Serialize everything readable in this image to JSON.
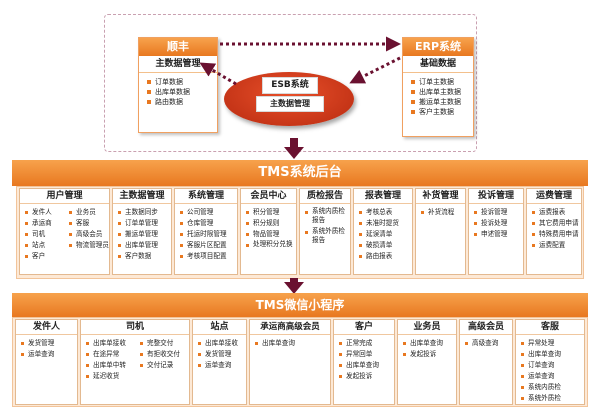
{
  "top": {
    "shunfeng": {
      "title": "顺丰",
      "subtitle": "主数据管理",
      "items": [
        "订单数据",
        "出库单数据",
        "路由数据"
      ]
    },
    "erp": {
      "title": "ERP系统",
      "subtitle": "基础数据",
      "items": [
        "订单主数据",
        "出库单主数据",
        "搬运单主数据",
        "客户主数据"
      ]
    },
    "esb": {
      "title": "ESB系统",
      "subtitle": "主数据管理"
    }
  },
  "backend": {
    "title": "TMS系统后台",
    "columns": [
      {
        "head": "用户管理",
        "items_a": [
          "发件人",
          "承运商",
          "司机",
          "站点",
          "客户"
        ],
        "items_b": [
          "业务员",
          "客服",
          "高级会员",
          "物流管理员"
        ]
      },
      {
        "head": "主数据管理",
        "items_a": [
          "主数据同步",
          "订单单管理",
          "搬运单管理",
          "出库单管理",
          "客户数据"
        ],
        "items_b": []
      },
      {
        "head": "系统管理",
        "items_a": [
          "公司管理",
          "仓库管理",
          "托运时限管理",
          "客服片区配置",
          "考核项目配置"
        ],
        "items_b": []
      },
      {
        "head": "会员中心",
        "items_a": [
          "积分管理",
          "积分规则",
          "物品管理",
          "处理积分兑换"
        ],
        "items_b": []
      },
      {
        "head": "质检报告",
        "items_a": [
          "系统内质检报告",
          "系统外质检报告"
        ],
        "items_b": []
      },
      {
        "head": "报表管理",
        "items_a": [
          "考核总表",
          "未准时提货",
          "延误清单",
          "破损清单",
          "路由报表"
        ],
        "items_b": []
      },
      {
        "head": "补货管理",
        "items_a": [
          "补货流程"
        ],
        "items_b": []
      },
      {
        "head": "投诉管理",
        "items_a": [
          "投诉管理",
          "投诉处理",
          "申述管理"
        ],
        "items_b": []
      },
      {
        "head": "运费管理",
        "items_a": [
          "运费报表",
          "其它费用申请",
          "特殊费用申请",
          "运费配置"
        ],
        "items_b": []
      }
    ]
  },
  "mini": {
    "title": "TMS微信小程序",
    "columns": [
      {
        "head": "发件人",
        "items_a": [
          "发货管理",
          "运单查询"
        ],
        "items_b": []
      },
      {
        "head": "司机",
        "items_a": [
          "出库单接收",
          "在途异常",
          "出库单中转",
          "延迟收货"
        ],
        "items_b": [
          "完整交付",
          "有拒收交付",
          "交付记录"
        ]
      },
      {
        "head": "站点",
        "items_a": [
          "出库单接收",
          "发货管理",
          "运单查询"
        ],
        "items_b": []
      },
      {
        "head": "承运商高级会员",
        "items_a": [
          "出库单查询"
        ],
        "items_b": []
      },
      {
        "head": "客户",
        "items_a": [
          "正常完成",
          "异常回单",
          "出库单查询",
          "发起投诉"
        ],
        "items_b": []
      },
      {
        "head": "业务员",
        "items_a": [
          "出库单查询",
          "发起投诉"
        ],
        "items_b": []
      },
      {
        "head": "高级会员",
        "items_a": [
          "高级查询"
        ],
        "items_b": []
      },
      {
        "head": "客服",
        "items_a": [
          "异常处理",
          "出库单查询",
          "订单查询",
          "运单查询",
          "系统内质检",
          "系统外质检"
        ],
        "items_b": []
      }
    ]
  },
  "colors": {
    "accent": "#e87820",
    "ellipse": "#c8341a",
    "arrow": "#6a1130",
    "panel": "#fde9d6"
  }
}
